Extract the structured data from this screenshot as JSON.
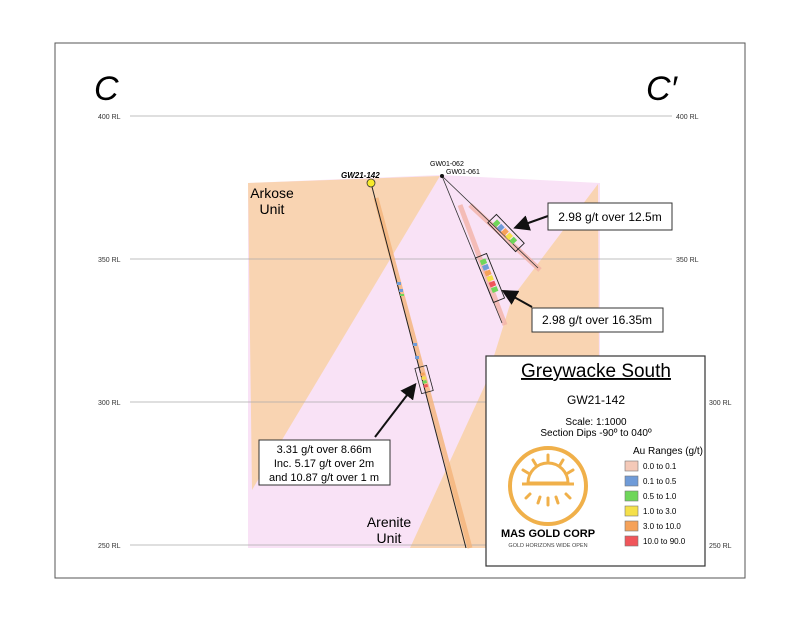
{
  "section": {
    "left_label": "C",
    "right_label": "C′"
  },
  "rl_levels": [
    {
      "label": "400 RL",
      "rl": 400
    },
    {
      "label": "350 RL",
      "rl": 350
    },
    {
      "label": "300 RL",
      "rl": 300
    },
    {
      "label": "250 RL",
      "rl": 250
    }
  ],
  "units": {
    "arkose": [
      "Arkose",
      "Unit"
    ],
    "arenite": [
      "Arenite",
      "Unit"
    ]
  },
  "holes": {
    "main": "GW21-142",
    "h062": "GW01-062",
    "h061": "GW01-061"
  },
  "callouts": {
    "c1": "2.98 g/t over 12.5m",
    "c2": "2.98 g/t over 16.35m",
    "c3": [
      "3.31 g/t over 8.66m",
      "Inc. 5.17 g/t over 2m",
      "and 10.87 g/t over 1 m"
    ]
  },
  "legend": {
    "title": "Greywacke South",
    "hole": "GW21-142",
    "scale": "Scale: 1:1000",
    "dips": "Section Dips -90º to 040º",
    "ranges_title": "Au Ranges (g/t)",
    "ranges": [
      {
        "label": "0.0 to 0.1",
        "color": "#f4c9b8"
      },
      {
        "label": "0.1 to 0.5",
        "color": "#6f9bd8"
      },
      {
        "label": "0.5 to 1.0",
        "color": "#6fd65a"
      },
      {
        "label": "1.0 to 3.0",
        "color": "#f5e04a"
      },
      {
        "label": "3.0 to 10.0",
        "color": "#f5a25a"
      },
      {
        "label": "10.0 to 90.0",
        "color": "#f0555a"
      }
    ]
  },
  "logo": {
    "name": "MAS GOLD CORP",
    "tagline": "GOLD HORIZONS WIDE OPEN"
  },
  "colors": {
    "arkose": "#f9d4b2",
    "arenite": "#f9e2f6",
    "logo": "#f0b04a"
  }
}
